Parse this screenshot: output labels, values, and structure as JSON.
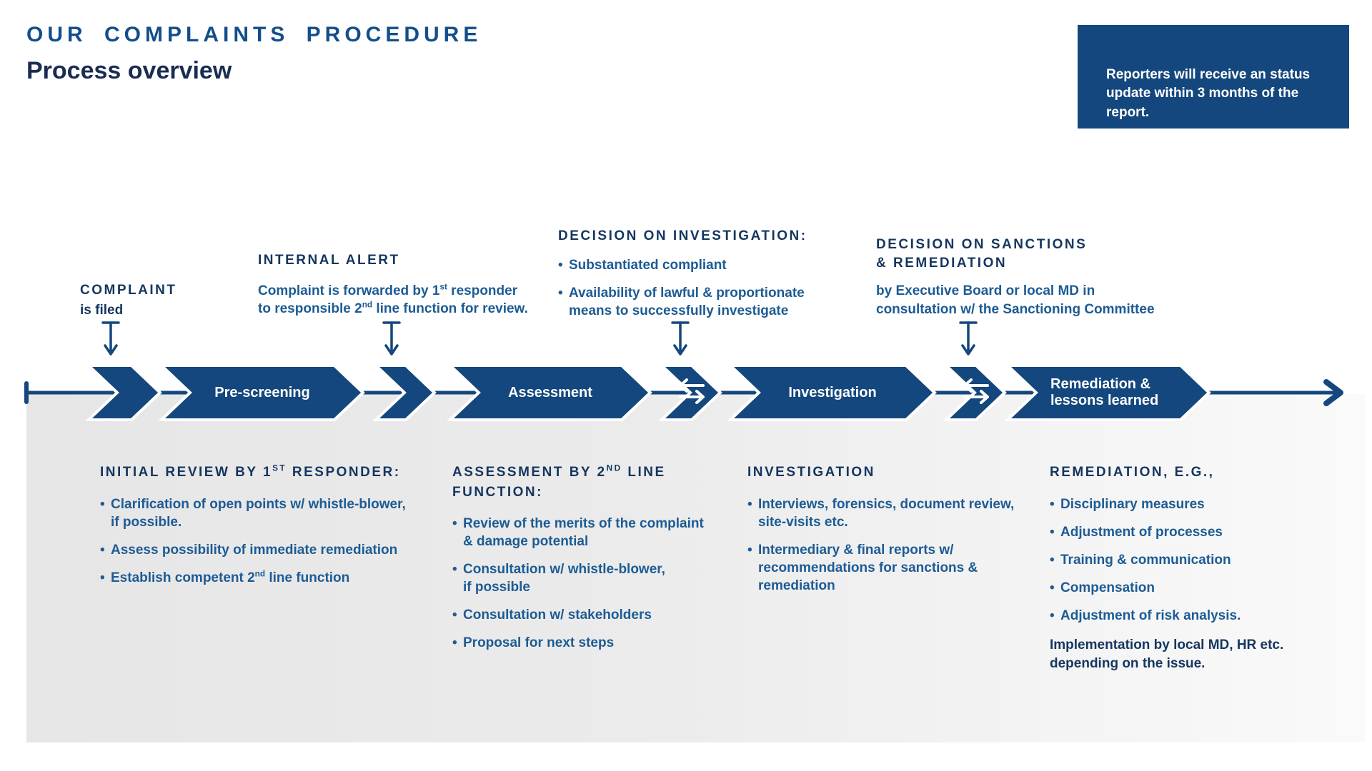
{
  "header": {
    "title": "OUR COMPLAINTS PROCEDURE",
    "subtitle": "Process overview"
  },
  "info_box": {
    "text": "Reporters will receive an status\nupdate within 3 months of the\nreport."
  },
  "annotations": {
    "complaint": {
      "heading": "COMPLAINT",
      "body": "is filed"
    },
    "internal_alert": {
      "heading": "INTERNAL ALERT",
      "body": "Complaint is forwarded by 1^{st} responder\nto responsible 2^{nd} line function for review."
    },
    "decision_investigation": {
      "heading": "DECISION ON INVESTIGATION:",
      "bullets": [
        "Substantiated compliant",
        "Availability of lawful & proportionate\nmeans to successfully investigate"
      ]
    },
    "decision_sanctions": {
      "heading": "DECISION ON SANCTIONS\n& REMEDIATION",
      "body": "by Executive Board or local MD in\nconsultation w/ the Sanctioning Committee"
    }
  },
  "timeline": {
    "stages": [
      "Pre-screening",
      "Assessment",
      "Investigation",
      "Remediation &\nlessons learned"
    ]
  },
  "columns": [
    {
      "heading": "INITIAL REVIEW BY 1^{ST} RESPONDER:",
      "bullets": [
        "Clarification of open points w/ whistle-blower,\nif possible.",
        "Assess possibility of immediate remediation",
        "Establish competent 2^{nd} line function"
      ]
    },
    {
      "heading": "ASSESSMENT BY 2^{ND} LINE\nFUNCTION:",
      "bullets": [
        "Review of the merits of the complaint\n& damage potential",
        "Consultation w/ whistle-blower,\nif possible",
        "Consultation w/ stakeholders",
        "Proposal for next steps"
      ]
    },
    {
      "heading": "INVESTIGATION",
      "bullets": [
        "Interviews, forensics, document review,\nsite-visits etc.",
        "Intermediary & final reports w/\nrecommendations for sanctions &\nremediation"
      ]
    },
    {
      "heading": "REMEDIATION, E.G.,",
      "bullets": [
        "Disciplinary measures",
        "Adjustment of processes",
        "Training & communication",
        "Compensation",
        "Adjustment of risk analysis."
      ],
      "note": "Implementation by local MD, HR etc.\ndepending on the issue."
    }
  ],
  "colors": {
    "brand_blue": "#14477d",
    "title_blue": "#134e8c",
    "dark_navy": "#15365f",
    "body_blue": "#1d5b94",
    "panel_gray": "#e6e6e6"
  }
}
